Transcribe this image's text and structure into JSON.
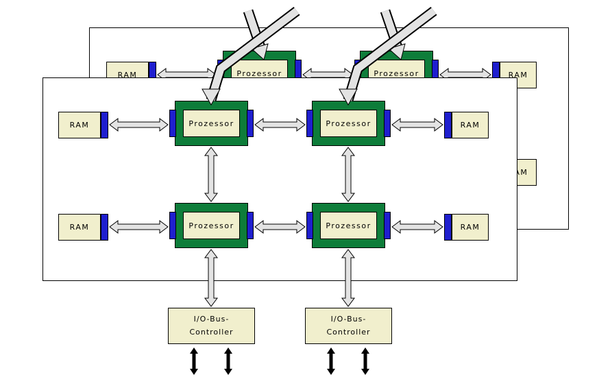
{
  "labels": {
    "ram": "RAM",
    "processor": "Prozessor",
    "io_controller_line1": "I/O-Bus-",
    "io_controller_line2": "Controller"
  },
  "colors": {
    "block_fill": "#f1efcd",
    "processor_green": "#0e7d3a",
    "bus_blue": "#1f1fcf",
    "arrow_fill": "#e3e3e3",
    "board_fill": "#ffffff",
    "io_arrow": "#000000",
    "border": "#000000"
  }
}
